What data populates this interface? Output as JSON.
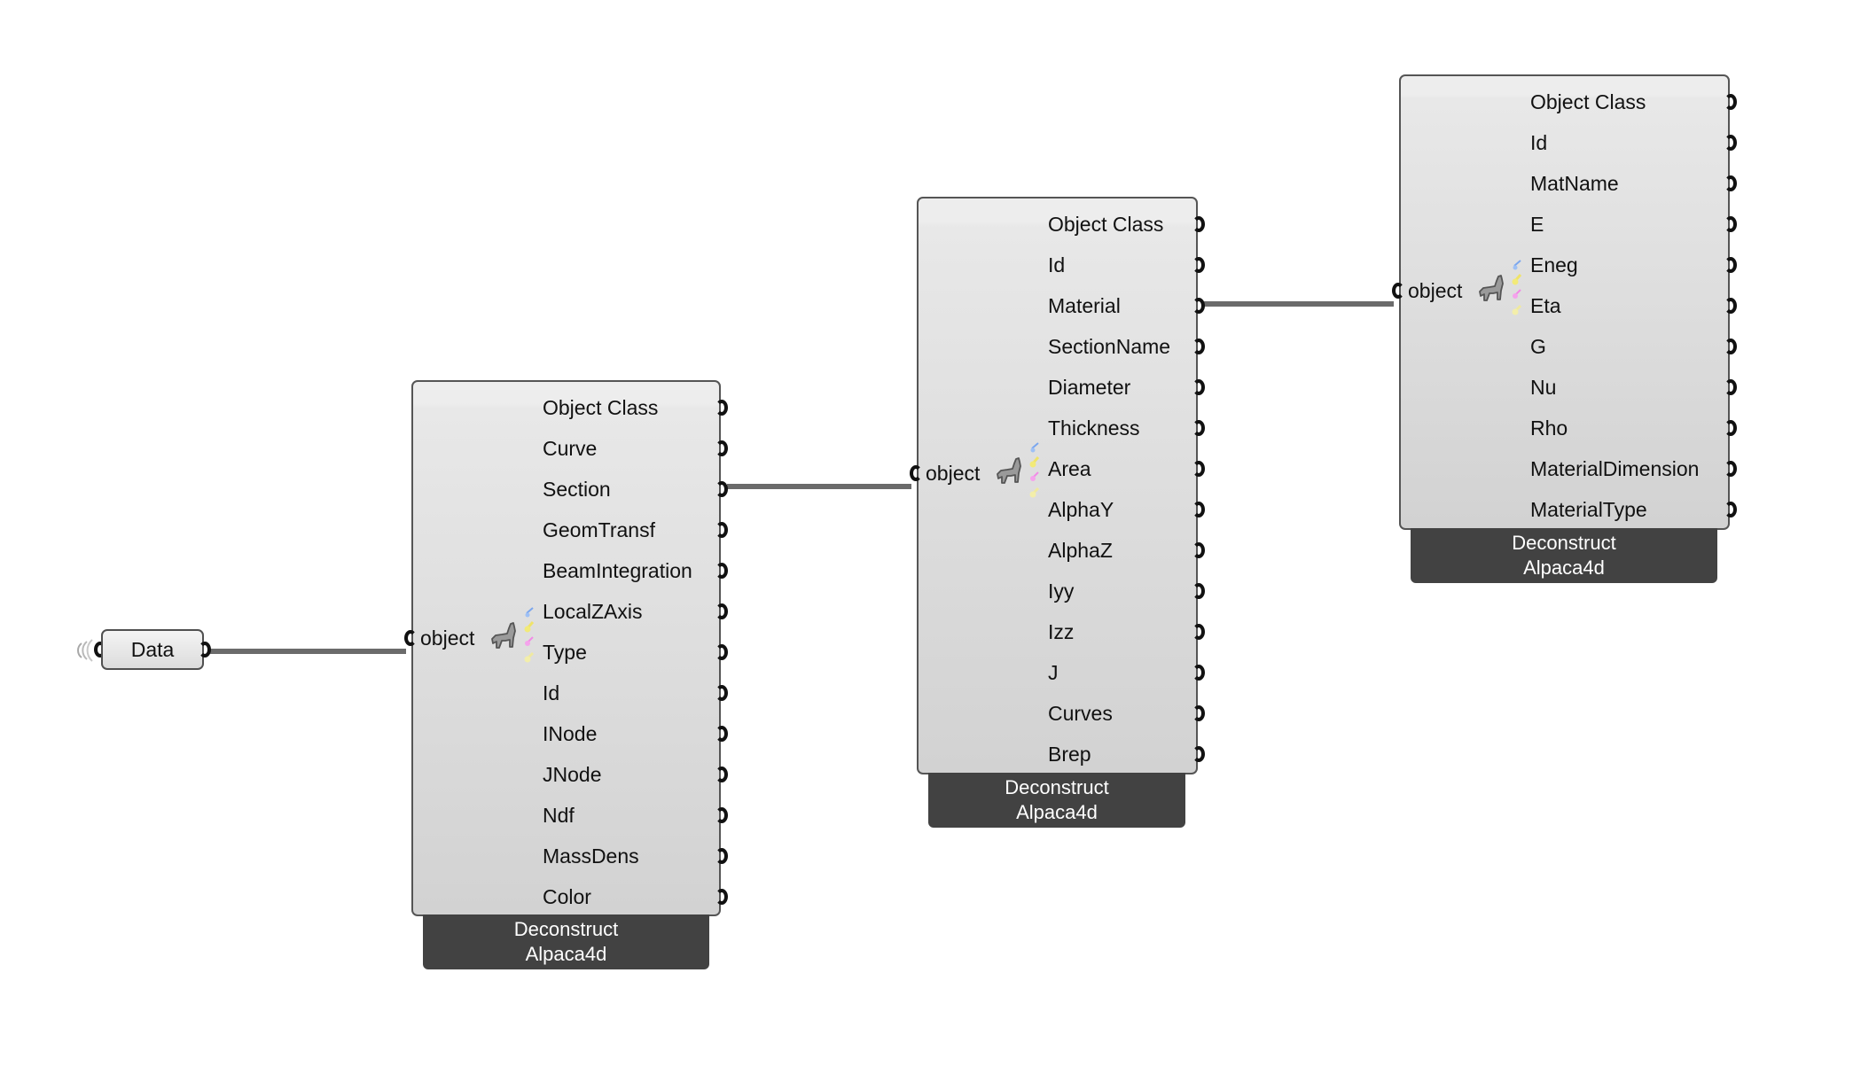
{
  "canvas": {
    "background": "#ffffff",
    "wire_color": "#6b6b6b",
    "label_bar_color": "#424242"
  },
  "data_node": {
    "label": "Data",
    "icon": "broadcast-waves-icon"
  },
  "components": [
    {
      "name": "Deconstruct Alpaca4d",
      "label_line1": "Deconstruct",
      "label_line2": "Alpaca4d",
      "input": {
        "label": "object",
        "icon": "alpaca-icon"
      },
      "outputs": [
        "Object Class",
        "Curve",
        "Section",
        "GeomTransf",
        "BeamIntegration",
        "LocalZAxis",
        "Type",
        "Id",
        "INode",
        "JNode",
        "Ndf",
        "MassDens",
        "Color"
      ]
    },
    {
      "name": "Deconstruct Alpaca4d",
      "label_line1": "Deconstruct",
      "label_line2": "Alpaca4d",
      "input": {
        "label": "object",
        "icon": "alpaca-icon"
      },
      "outputs": [
        "Object Class",
        "Id",
        "Material",
        "SectionName",
        "Diameter",
        "Thickness",
        "Area",
        "AlphaY",
        "AlphaZ",
        "Iyy",
        "Izz",
        "J",
        "Curves",
        "Brep"
      ]
    },
    {
      "name": "Deconstruct Alpaca4d",
      "label_line1": "Deconstruct",
      "label_line2": "Alpaca4d",
      "input": {
        "label": "object",
        "icon": "alpaca-icon"
      },
      "outputs": [
        "Object Class",
        "Id",
        "MatName",
        "E",
        "Eneg",
        "Eta",
        "G",
        "Nu",
        "Rho",
        "MaterialDimension",
        "MaterialType"
      ]
    }
  ],
  "connections": [
    {
      "from": "Data",
      "to": "component-1.object"
    },
    {
      "from": "component-1.Section",
      "to": "component-2.object"
    },
    {
      "from": "component-2.Material",
      "to": "component-3.object"
    }
  ]
}
